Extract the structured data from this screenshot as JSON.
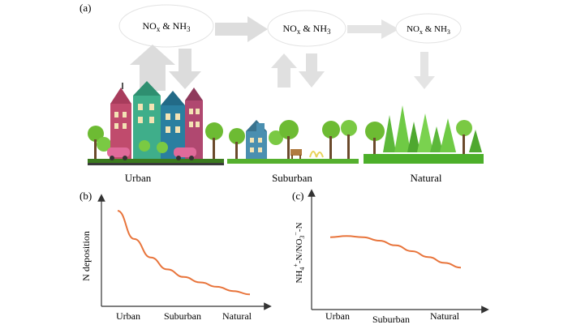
{
  "panel_a": {
    "label": "(a)",
    "clouds": [
      {
        "pre": "NO",
        "sub": "x",
        "mid": " & NH",
        "sub2": "3"
      },
      {
        "pre": "NO",
        "sub": "x",
        "mid": " & NH",
        "sub2": "3"
      },
      {
        "pre": "NO",
        "sub": "x",
        "mid": " & NH",
        "sub2": "3"
      }
    ],
    "zones": [
      "Urban",
      "Suburban",
      "Natural"
    ]
  },
  "chart_data": [
    {
      "type": "line",
      "panel_label": "(b)",
      "ylabel": "N deposition",
      "categories": [
        "Urban",
        "Suburban",
        "Natural"
      ],
      "trend": [
        0.88,
        0.62,
        0.45,
        0.34,
        0.27,
        0.22,
        0.18,
        0.14,
        0.11
      ],
      "note": "monotonically decreasing curve"
    },
    {
      "type": "line",
      "panel_label": "(c)",
      "ylabel": {
        "a": "NH",
        "a_sub": "4",
        "a_sup": "+",
        "b": "-N/NO",
        "b_sub": "3",
        "b_sup": "−",
        "c": "-N"
      },
      "categories": [
        "Urban",
        "Suburban",
        "Natural"
      ],
      "trend": [
        0.62,
        0.63,
        0.62,
        0.59,
        0.55,
        0.5,
        0.45,
        0.4,
        0.36
      ],
      "note": "gently decreasing curve"
    }
  ],
  "colors": {
    "curve": "#e8743b",
    "arrow": "#dcdcdc",
    "axis": "#333333",
    "ground": "#4caf2a"
  }
}
